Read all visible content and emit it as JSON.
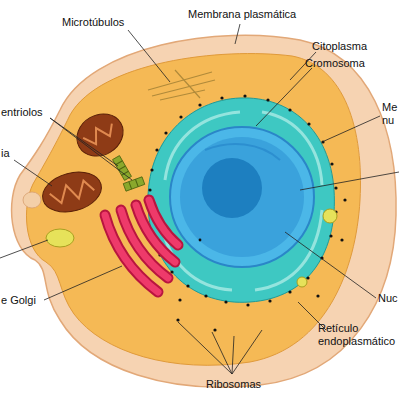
{
  "diagram": {
    "labels": [
      "Microtúbulos",
      "Membrana plasmática",
      "Citoplasma",
      "Cromosoma",
      "Me nu",
      "entriolos",
      "ia",
      "Nuc",
      "e Golgi",
      "Retículo endoplasmático",
      "Ribosomas"
    ]
  }
}
